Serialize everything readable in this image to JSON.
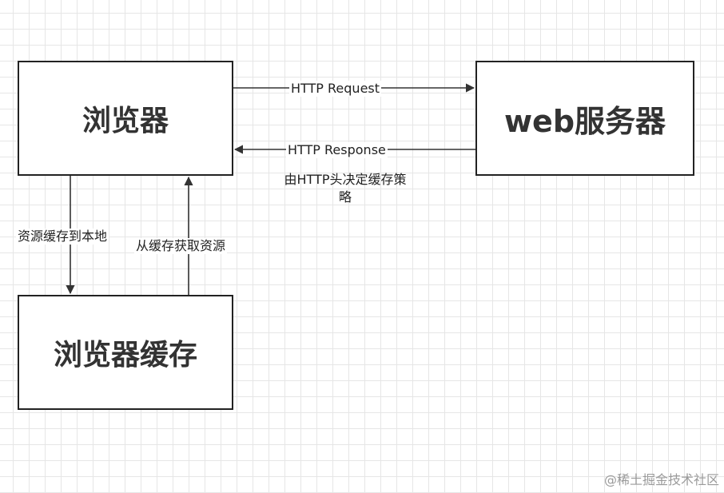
{
  "nodes": {
    "browser": "浏览器",
    "server": "web服务器",
    "cache": "浏览器缓存"
  },
  "edges": {
    "request": "HTTP Request",
    "response": "HTTP Response",
    "note": "由HTTP头决定缓存策略",
    "store": "资源缓存到本地",
    "fetch": "从缓存获取资源"
  },
  "watermark": "@稀土掘金技术社区",
  "colors": {
    "stroke": "#222222",
    "grid": "#e6e6e6",
    "watermark": "#9a9a9a"
  }
}
